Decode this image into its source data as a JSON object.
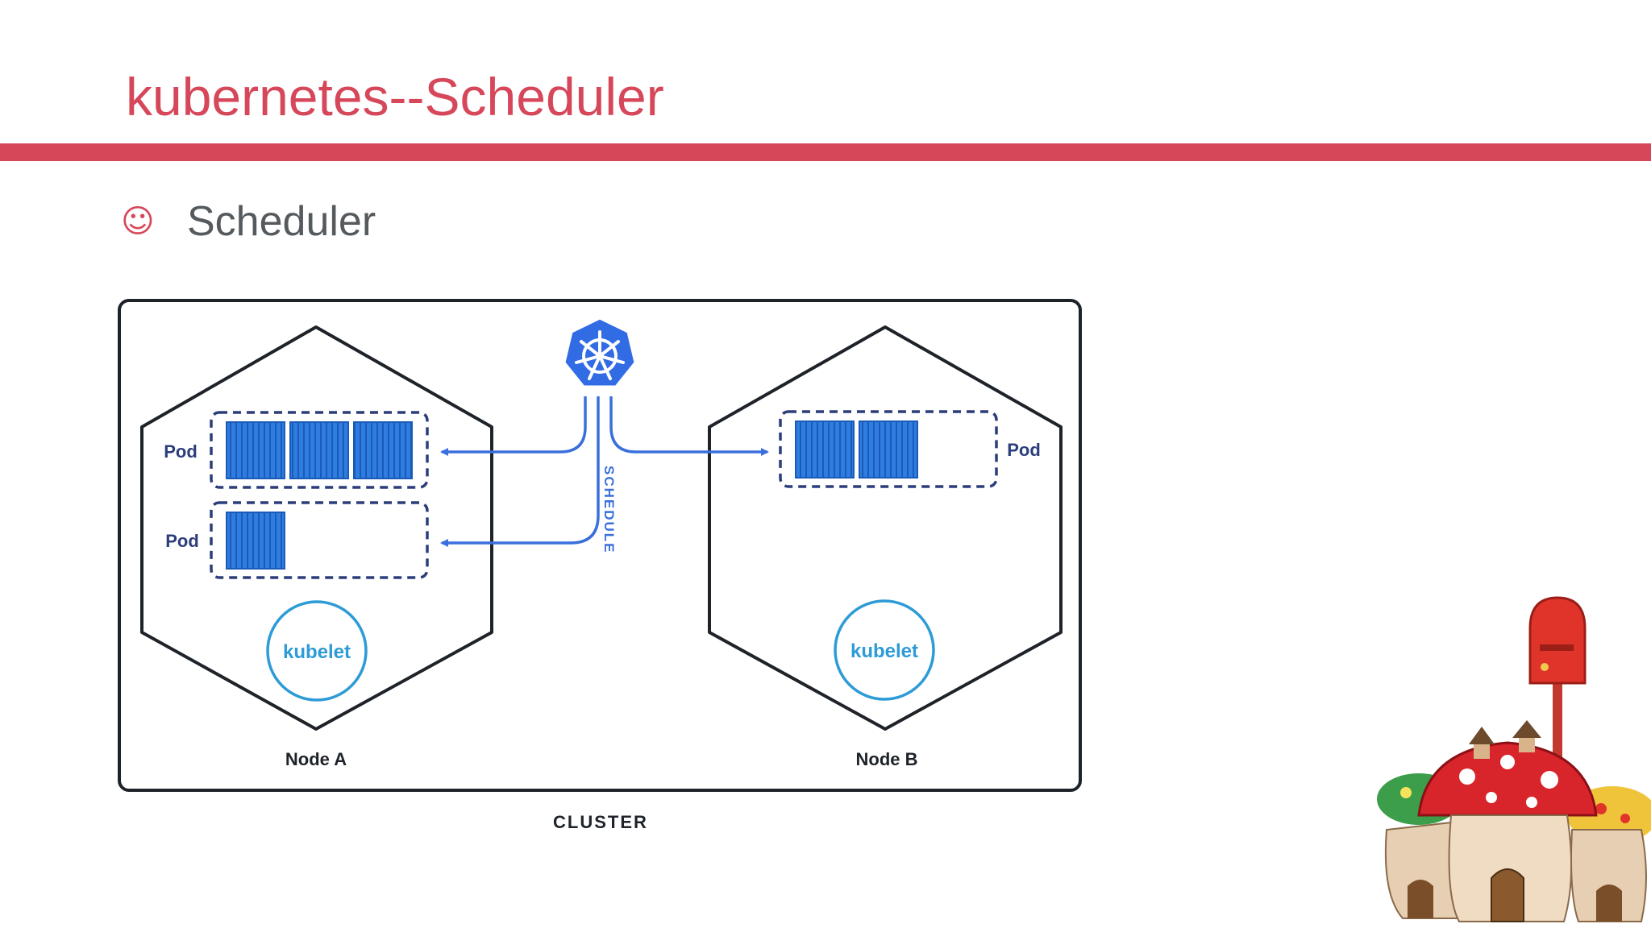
{
  "slide": {
    "title": "kubernetes--Scheduler",
    "accent_color": "#d6475a"
  },
  "bullets": [
    {
      "icon": "smiley-icon",
      "glyph": "☺",
      "text": "Scheduler"
    }
  ],
  "diagram": {
    "cluster_label": "CLUSTER",
    "schedule_label": "SCHEDULE",
    "colors": {
      "blue": "#3a6fdc",
      "container_blue": "#2f7de1",
      "kubelet": "#2d9bd6",
      "dark": "#1e2329"
    },
    "control_plane_icon": "kubernetes-helm-icon",
    "nodes": [
      {
        "label": "Node A",
        "kubelet": "kubelet",
        "pods": [
          {
            "label": "Pod",
            "containers": 3
          },
          {
            "label": "Pod",
            "containers": 1
          }
        ]
      },
      {
        "label": "Node B",
        "kubelet": "kubelet",
        "pods": [
          {
            "label": "Pod",
            "containers": 2
          }
        ]
      }
    ]
  },
  "decoration": {
    "icon": "mushroom-houses-mailbox-illustration"
  }
}
